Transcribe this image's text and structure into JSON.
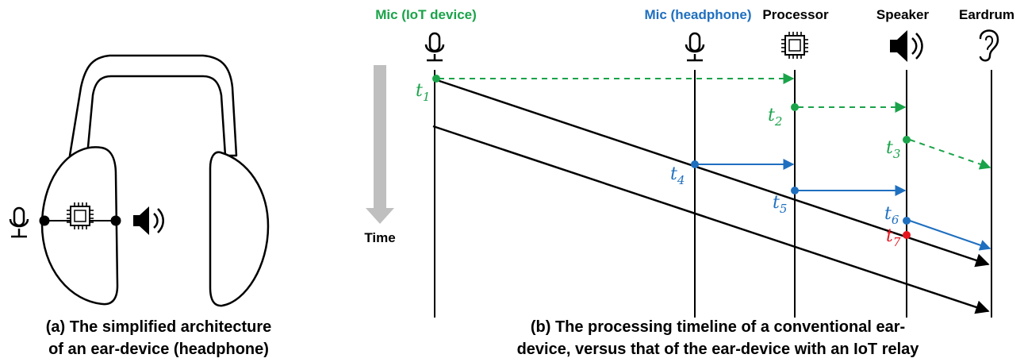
{
  "colors": {
    "green": "#1aa34a",
    "blue": "#1f6fbf",
    "red": "#e6141e",
    "black": "#000000",
    "gray": "#bfbfbf"
  },
  "panel_a": {
    "caption_line1": "(a) The simplified architecture",
    "caption_line2": "of an ear-device (headphone)"
  },
  "panel_b": {
    "labels": {
      "mic_iot": "Mic (IoT device)",
      "mic_headphone": "Mic (headphone)",
      "processor": "Processor",
      "speaker": "Speaker",
      "eardrum": "Eardrum",
      "time": "Time"
    },
    "timestamps": [
      {
        "base": "t",
        "sub": "1"
      },
      {
        "base": "t",
        "sub": "2"
      },
      {
        "base": "t",
        "sub": "3"
      },
      {
        "base": "t",
        "sub": "4"
      },
      {
        "base": "t",
        "sub": "5"
      },
      {
        "base": "t",
        "sub": "6"
      },
      {
        "base": "t",
        "sub": "7"
      }
    ],
    "caption_line1": "(b) The processing timeline of a conventional ear-",
    "caption_line2": "device, versus that of the ear-device with an IoT relay"
  },
  "icons": [
    "microphone-icon",
    "chip-icon",
    "speaker-icon",
    "ear-icon"
  ]
}
